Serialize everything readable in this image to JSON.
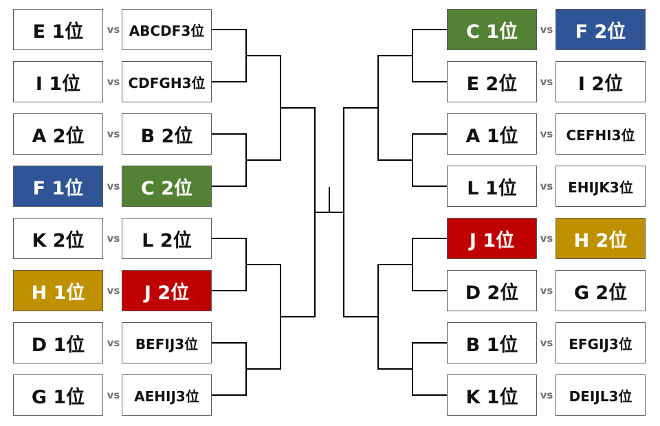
{
  "vs_label": "vs",
  "colors": {
    "green": "#548235",
    "blue": "#2f5597",
    "red": "#c00000",
    "gold": "#bf9000",
    "white": "#ffffff",
    "line": "#000000"
  },
  "left": {
    "matches": [
      {
        "home": {
          "label": "E 1位",
          "color": "white"
        },
        "away": {
          "label": "ABCDF3位",
          "color": "white"
        }
      },
      {
        "home": {
          "label": "I 1位",
          "color": "white"
        },
        "away": {
          "label": "CDFGH3位",
          "color": "white"
        }
      },
      {
        "home": {
          "label": "A 2位",
          "color": "white"
        },
        "away": {
          "label": "B 2位",
          "color": "white"
        }
      },
      {
        "home": {
          "label": "F 1位",
          "color": "blue"
        },
        "away": {
          "label": "C 2位",
          "color": "green"
        }
      },
      {
        "home": {
          "label": "K 2位",
          "color": "white"
        },
        "away": {
          "label": "L 2位",
          "color": "white"
        }
      },
      {
        "home": {
          "label": "H 1位",
          "color": "gold"
        },
        "away": {
          "label": "J 2位",
          "color": "red"
        }
      },
      {
        "home": {
          "label": "D 1位",
          "color": "white"
        },
        "away": {
          "label": "BEFIJ3位",
          "color": "white"
        }
      },
      {
        "home": {
          "label": "G 1位",
          "color": "white"
        },
        "away": {
          "label": "AEHIJ3位",
          "color": "white"
        }
      }
    ]
  },
  "right": {
    "matches": [
      {
        "home": {
          "label": "C 1位",
          "color": "green"
        },
        "away": {
          "label": "F 2位",
          "color": "blue"
        }
      },
      {
        "home": {
          "label": "E 2位",
          "color": "white"
        },
        "away": {
          "label": "I 2位",
          "color": "white"
        }
      },
      {
        "home": {
          "label": "A 1位",
          "color": "white"
        },
        "away": {
          "label": "CEFHI3位",
          "color": "white"
        }
      },
      {
        "home": {
          "label": "L 1位",
          "color": "white"
        },
        "away": {
          "label": "EHIJK3位",
          "color": "white"
        }
      },
      {
        "home": {
          "label": "J 1位",
          "color": "red"
        },
        "away": {
          "label": "H 2位",
          "color": "gold"
        }
      },
      {
        "home": {
          "label": "D 2位",
          "color": "white"
        },
        "away": {
          "label": "G 2位",
          "color": "white"
        }
      },
      {
        "home": {
          "label": "B 1位",
          "color": "white"
        },
        "away": {
          "label": "EFGIJ3位",
          "color": "white"
        }
      },
      {
        "home": {
          "label": "K 1位",
          "color": "white"
        },
        "away": {
          "label": "DEIJL3位",
          "color": "white"
        }
      }
    ]
  }
}
